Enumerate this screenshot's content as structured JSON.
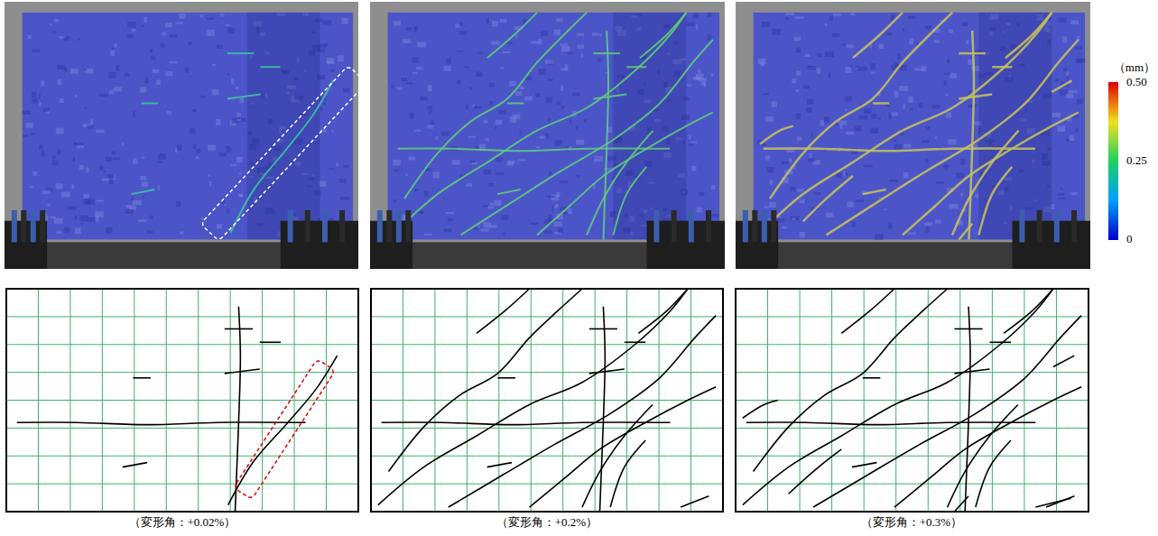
{
  "diagram": {
    "labels": [
      "（mm）",
      "0.50",
      "0.25",
      "0",
      "（変形角：+0.02%）",
      "（変形角：+0.2%）",
      "（変形角：+0.3%）"
    ]
  }
}
